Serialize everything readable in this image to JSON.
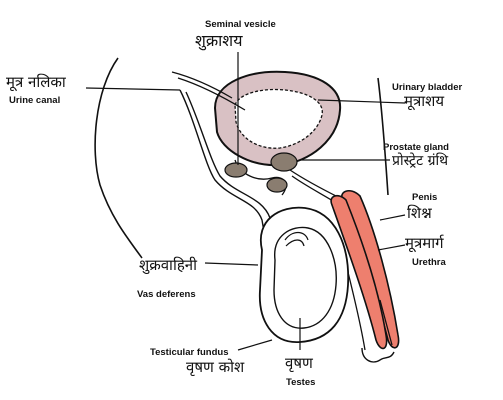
{
  "labels": {
    "seminal_vesicle_en": "Seminal vesicle",
    "seminal_vesicle_hi": "शुक्राशय",
    "urine_canal_hi": "मूत्र नलिका",
    "urine_canal_en": "Urine canal",
    "urinary_bladder_en": "Urinary bladder",
    "urinary_bladder_hi": "मूत्राशय",
    "prostate_gland_en": "Prostate gland",
    "prostate_gland_hi": "प्रोस्ट्रेट ग्रंथि",
    "penis_en": "Penis",
    "penis_hi": "शिश्न",
    "urethra_hi": "मूत्रमार्ग",
    "urethra_en": "Urethra",
    "vas_deferens_hi": "शुक्रवाहिनी",
    "vas_deferens_en": "Vas deferens",
    "testicular_fundus_en": "Testicular fundus",
    "testicular_fundus_hi": "वृषण कोश",
    "testes_hi": "वृषण",
    "testes_en": "Testes"
  },
  "colors": {
    "bladder_fill": "#d9c1c4",
    "penis_fill": "#ee7f6e",
    "gland_fill": "#8a7d70",
    "line": "#111111"
  }
}
